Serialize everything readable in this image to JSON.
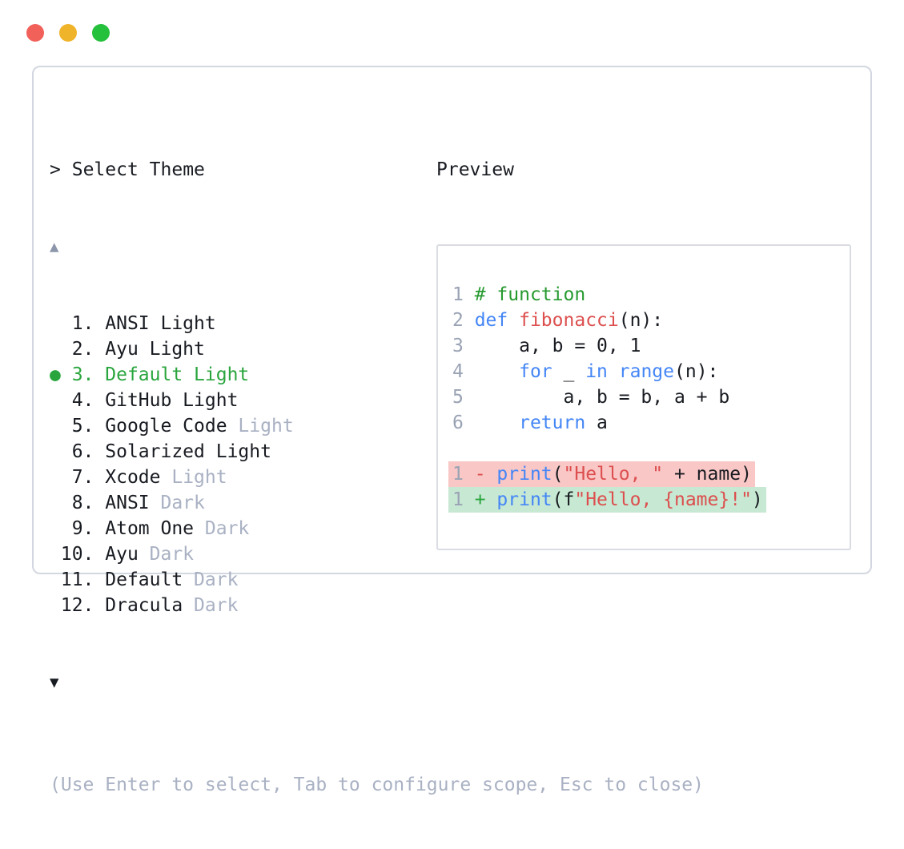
{
  "window": {
    "controls": [
      {
        "name": "close",
        "color": "#f2605a"
      },
      {
        "name": "minimize",
        "color": "#f0b42a"
      },
      {
        "name": "maximize",
        "color": "#25c03c"
      }
    ]
  },
  "theme_picker": {
    "prompt": ">",
    "title": "Select Theme",
    "scroll_up_indicator": "▲",
    "scroll_down_indicator": "▼",
    "selected_bullet": "●",
    "items": [
      {
        "number": 1,
        "name": "ANSI Light",
        "suffix": "",
        "selected": false
      },
      {
        "number": 2,
        "name": "Ayu Light",
        "suffix": "",
        "selected": false
      },
      {
        "number": 3,
        "name": "Default Light",
        "suffix": "",
        "selected": true
      },
      {
        "number": 4,
        "name": "GitHub Light",
        "suffix": "",
        "selected": false
      },
      {
        "number": 5,
        "name": "Google Code",
        "suffix": "Light",
        "selected": false
      },
      {
        "number": 6,
        "name": "Solarized Light",
        "suffix": "",
        "selected": false
      },
      {
        "number": 7,
        "name": "Xcode",
        "suffix": "Light",
        "selected": false
      },
      {
        "number": 8,
        "name": "ANSI",
        "suffix": "Dark",
        "selected": false
      },
      {
        "number": 9,
        "name": "Atom One",
        "suffix": "Dark",
        "selected": false
      },
      {
        "number": 10,
        "name": "Ayu",
        "suffix": "Dark",
        "selected": false
      },
      {
        "number": 11,
        "name": "Default",
        "suffix": "Dark",
        "selected": false
      },
      {
        "number": 12,
        "name": "Dracula",
        "suffix": "Dark",
        "selected": false
      }
    ],
    "help_text": "(Use Enter to select, Tab to configure scope, Esc to close)"
  },
  "preview": {
    "label": "Preview",
    "lines": [
      {
        "num": "1",
        "bg": null,
        "tokens": [
          {
            "t": "# function",
            "c": "comment"
          }
        ]
      },
      {
        "num": "2",
        "bg": null,
        "tokens": [
          {
            "t": "def",
            "c": "keyword"
          },
          {
            "t": " ",
            "c": "plain"
          },
          {
            "t": "fibonacci",
            "c": "function"
          },
          {
            "t": "(n):",
            "c": "plain"
          }
        ]
      },
      {
        "num": "3",
        "bg": null,
        "tokens": [
          {
            "t": "    a, b = 0, 1",
            "c": "plain"
          }
        ]
      },
      {
        "num": "4",
        "bg": null,
        "tokens": [
          {
            "t": "    ",
            "c": "plain"
          },
          {
            "t": "for",
            "c": "keyword"
          },
          {
            "t": " _ ",
            "c": "plain"
          },
          {
            "t": "in",
            "c": "keyword"
          },
          {
            "t": " ",
            "c": "plain"
          },
          {
            "t": "range",
            "c": "keyword"
          },
          {
            "t": "(n):",
            "c": "plain"
          }
        ]
      },
      {
        "num": "5",
        "bg": null,
        "tokens": [
          {
            "t": "        a, b = b, a + b",
            "c": "plain"
          }
        ]
      },
      {
        "num": "6",
        "bg": null,
        "tokens": [
          {
            "t": "    ",
            "c": "plain"
          },
          {
            "t": "return",
            "c": "keyword"
          },
          {
            "t": " a",
            "c": "plain"
          }
        ]
      },
      {
        "num": "",
        "bg": null,
        "tokens": []
      },
      {
        "num": "1",
        "bg": "removed",
        "tokens": [
          {
            "t": "- ",
            "c": "diff-minus"
          },
          {
            "t": "print",
            "c": "keyword"
          },
          {
            "t": "(",
            "c": "plain"
          },
          {
            "t": "\"Hello, \"",
            "c": "string"
          },
          {
            "t": " + name)",
            "c": "plain"
          }
        ]
      },
      {
        "num": "1",
        "bg": "added",
        "tokens": [
          {
            "t": "+ ",
            "c": "diff-plus"
          },
          {
            "t": "print",
            "c": "keyword"
          },
          {
            "t": "(f",
            "c": "plain"
          },
          {
            "t": "\"Hello, {name}!\"",
            "c": "string"
          },
          {
            "t": ")",
            "c": "plain"
          }
        ]
      }
    ]
  },
  "colors": {
    "dark_text": "#181b21",
    "muted_text": "#a9b1c3",
    "line_number": "#9aa3b4",
    "accent_green": "#2aa53e",
    "comment_green": "#279a30",
    "keyword_blue": "#4486f6",
    "string_red": "#dc4f4e",
    "removed_line_bg": "#f8c7c6",
    "added_line_bg": "#c7e8d3",
    "panel_border": "#d2d7e0"
  }
}
